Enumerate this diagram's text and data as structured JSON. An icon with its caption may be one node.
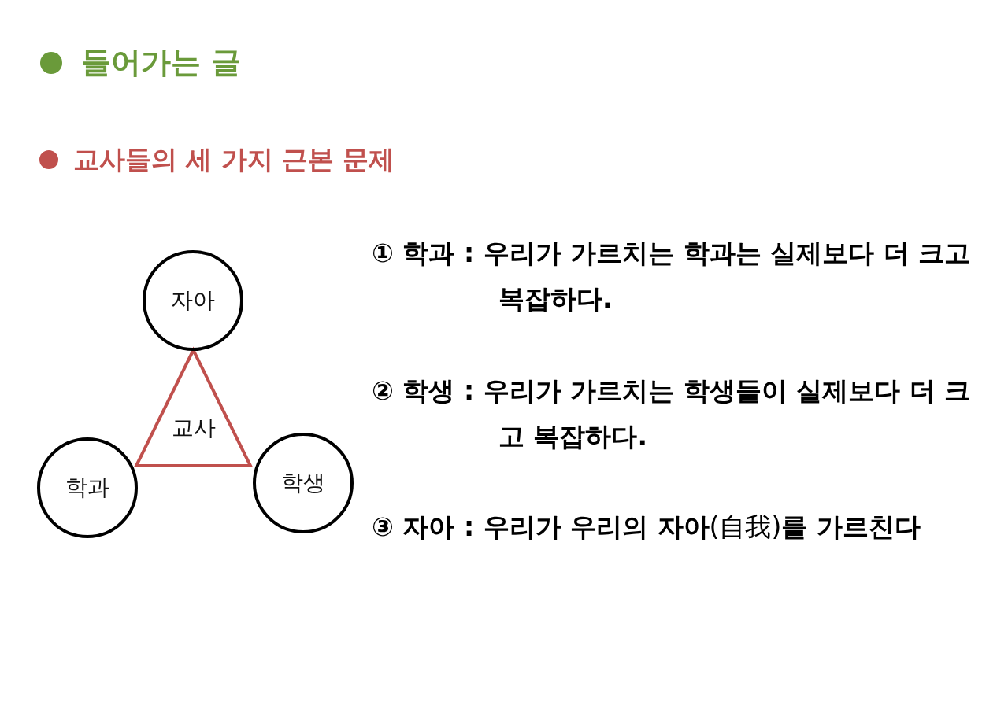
{
  "diagram": {
    "title": "들어가는 글",
    "nodes": [
      {
        "text": [
          "자아"
        ]
      },
      {
        "text": [
          "교사"
        ]
      },
      {
        "text": [
          "학과"
        ]
      },
      {
        "text": [
          "학생"
        ]
      }
    ],
    "labels": [
      "교사들의 세 가지 근본 문제",
      "① 학과 : 우리가 가르치는 학과는 실제보다 더 크고 복잡하다.",
      "② 학생 : 우리가 가르치는 학생들이 실제보다 더 크고 복잡하다.",
      "**③ 자아 : 우리가 우리의 자아**(自我)**를 가르친다**"
    ]
  }
}
